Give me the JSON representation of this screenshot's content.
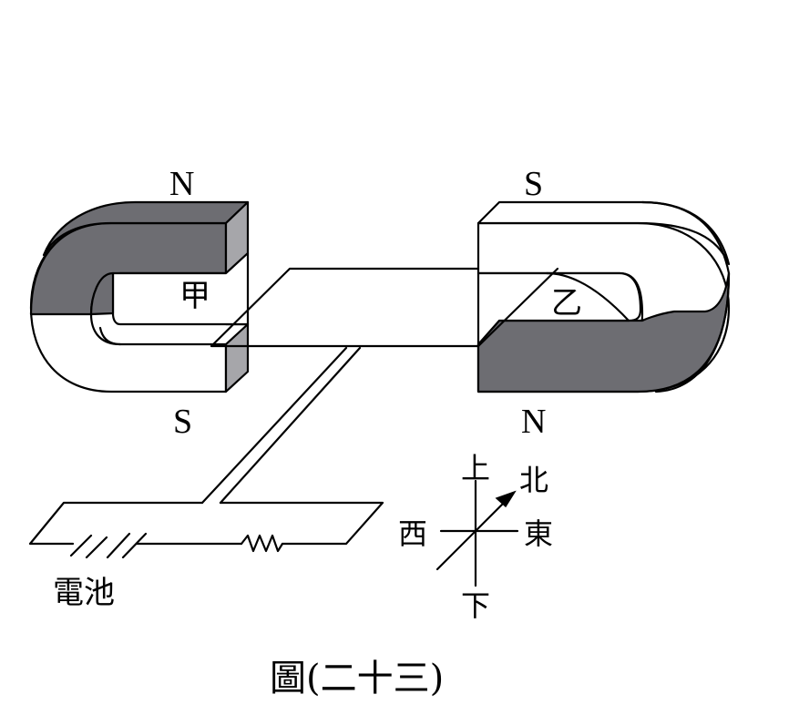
{
  "left_magnet": {
    "top_pole": "N",
    "bottom_pole": "S",
    "gap_label": "甲"
  },
  "right_magnet": {
    "top_pole": "S",
    "bottom_pole": "N",
    "gap_label": "乙"
  },
  "battery_label": "電池",
  "directions": {
    "up": "上",
    "down": "下",
    "north": "北",
    "east": "東",
    "west": "西"
  },
  "caption": "圖(二十三)",
  "colors": {
    "magnet_dark": "#6d6d72",
    "magnet_side": "#a6a6aa",
    "line": "#000000",
    "background": "#ffffff"
  }
}
